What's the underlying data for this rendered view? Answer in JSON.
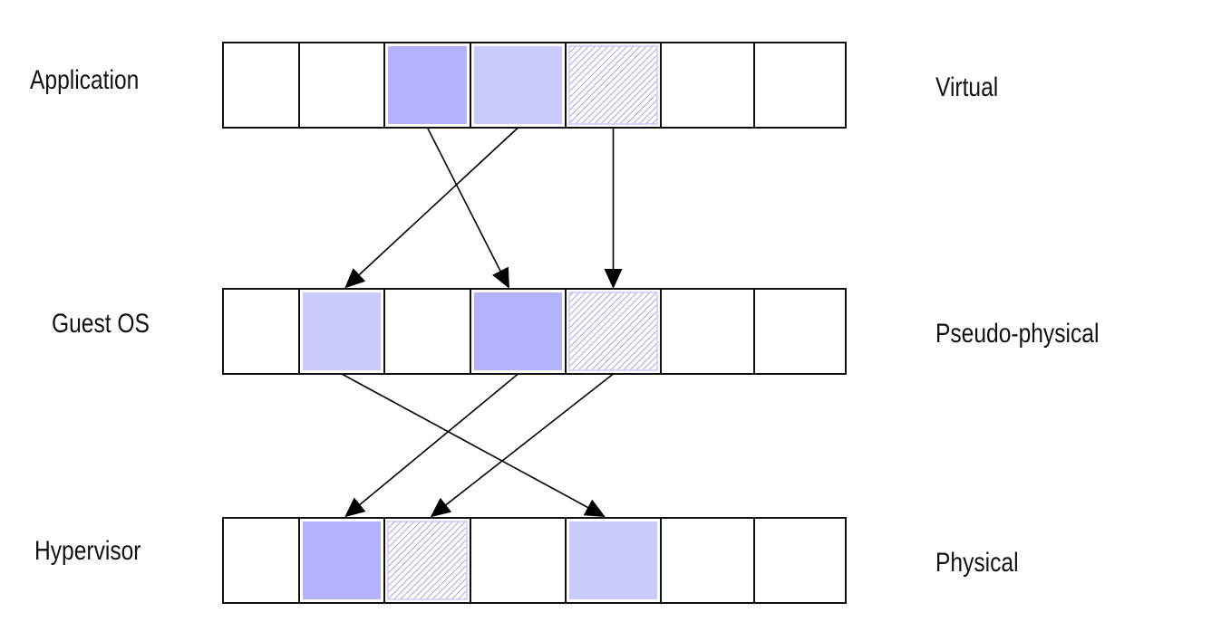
{
  "colors": {
    "dark": "#b3b3fb",
    "light": "#cbcbfb",
    "hatch_line": "#8f8fd6",
    "outline": "#111111",
    "background": "#ffffff"
  },
  "rows": [
    {
      "left_label": "Application",
      "right_label": "Virtual",
      "cells": [
        "empty",
        "empty",
        "dark",
        "light",
        "hatched",
        "empty",
        "empty"
      ]
    },
    {
      "left_label": "Guest OS",
      "right_label": "Pseudo-physical",
      "cells": [
        "empty",
        "light",
        "empty",
        "dark",
        "hatched",
        "empty",
        "empty"
      ]
    },
    {
      "left_label": "Hypervisor",
      "right_label": "Physical",
      "cells": [
        "empty",
        "dark",
        "hatched",
        "empty",
        "light",
        "empty",
        "empty"
      ]
    }
  ],
  "mappings": [
    {
      "from_row": 0,
      "from_cell": 2,
      "to_row": 1,
      "to_cell": 3
    },
    {
      "from_row": 0,
      "from_cell": 3,
      "to_row": 1,
      "to_cell": 1
    },
    {
      "from_row": 0,
      "from_cell": 4,
      "to_row": 1,
      "to_cell": 4
    },
    {
      "from_row": 1,
      "from_cell": 1,
      "to_row": 2,
      "to_cell": 4
    },
    {
      "from_row": 1,
      "from_cell": 3,
      "to_row": 2,
      "to_cell": 1
    },
    {
      "from_row": 1,
      "from_cell": 4,
      "to_row": 2,
      "to_cell": 2
    }
  ]
}
